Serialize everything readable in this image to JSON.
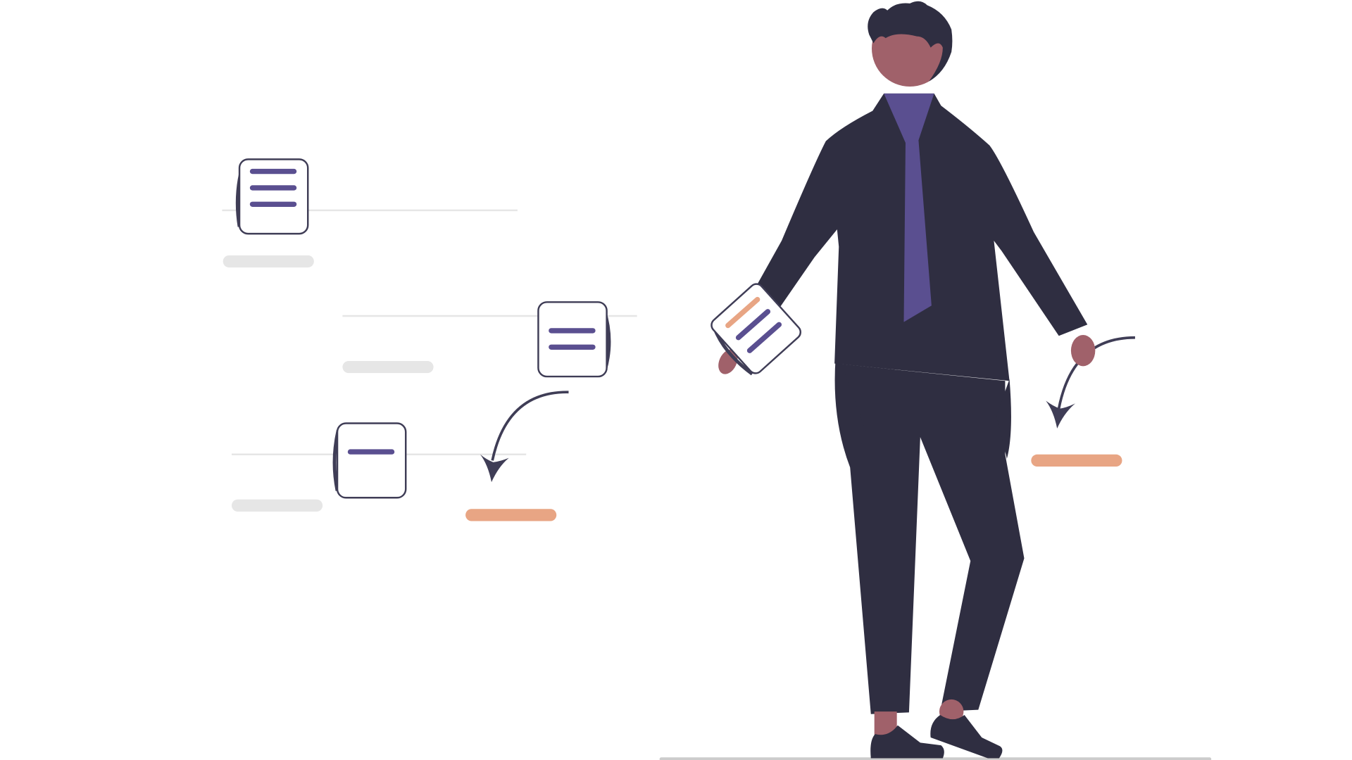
{
  "illustration": {
    "subject": "person-holding-document-with-task-flow",
    "colors": {
      "dark": "#2f2e41",
      "accent_purple": "#5a4f90",
      "accent_orange": "#e8a584",
      "skin": "#a0616a",
      "placeholder_gray": "#e6e6e6",
      "ground": "#cccccc",
      "card_border": "#3f3d56"
    },
    "cards": [
      {
        "lines": 3,
        "line_colors": [
          "#5a4f90",
          "#5a4f90",
          "#5a4f90"
        ]
      },
      {
        "lines": 2,
        "line_colors": [
          "#5a4f90",
          "#5a4f90"
        ]
      },
      {
        "lines": 1,
        "line_colors": [
          "#5a4f90"
        ]
      }
    ],
    "held_document": {
      "lines": 3,
      "line_colors": [
        "#e8a584",
        "#5a4f90",
        "#5a4f90"
      ]
    }
  }
}
